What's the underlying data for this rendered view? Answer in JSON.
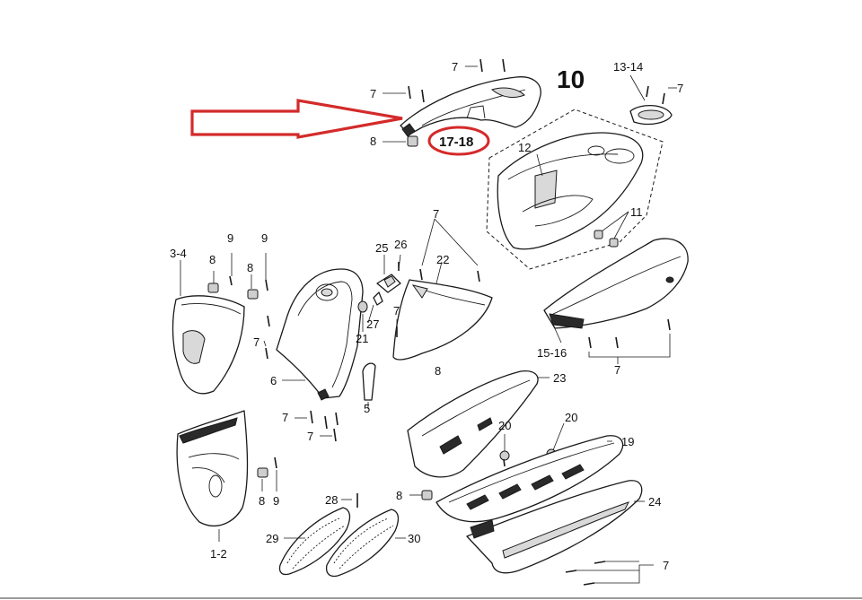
{
  "diagram": {
    "section_number": "10",
    "labels": {
      "p7_top_a": "7",
      "p7_top_b": "7",
      "p8_top": "8",
      "p17_18": "17-18",
      "p13_14": "13-14",
      "p7_lid": "7",
      "p12": "12",
      "p11": "11",
      "p7_mid": "7",
      "p25": "25",
      "p26": "26",
      "p22": "22",
      "p3_4": "3-4",
      "p9_a": "9",
      "p9_b": "9",
      "p8_a": "8",
      "p8_b": "8",
      "p7_left": "7",
      "p6": "6",
      "p27": "27",
      "p21": "21",
      "p7_c": "7",
      "p8_c": "8",
      "p5": "5",
      "p15_16": "15-16",
      "p7_right": "7",
      "p23": "23",
      "p7_d": "7",
      "p7_e": "7",
      "p20_a": "20",
      "p20_b": "20",
      "p19": "19",
      "p8_d": "8",
      "p9_c": "9",
      "p28": "28",
      "p8_e": "8",
      "p24": "24",
      "p29": "29",
      "p30": "30",
      "p1_2": "1-2",
      "p7_bottom": "7"
    }
  },
  "colors": {
    "arrow": "#d42a2a",
    "highlight_circle": "#d42a2a",
    "line": "#1a1a1a"
  }
}
